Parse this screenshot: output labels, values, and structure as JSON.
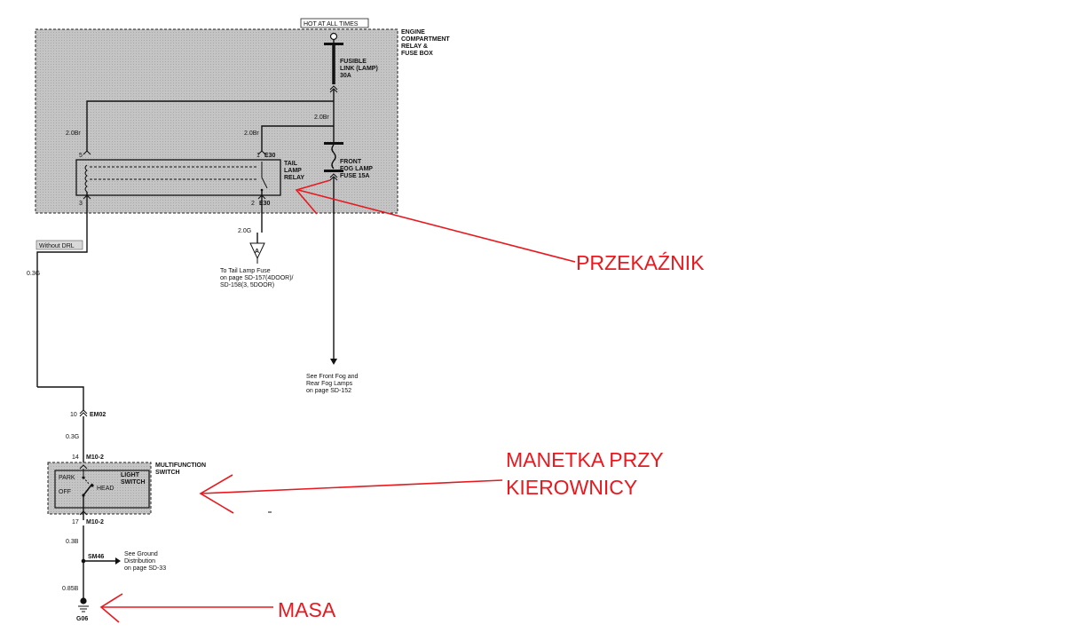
{
  "diagram": {
    "hot_label": "HOT AT ALL TIMES",
    "box_label": [
      "ENGINE",
      "COMPARTMENT",
      "RELAY &",
      "FUSE BOX"
    ],
    "fusible_link": [
      "FUSIBLE",
      "LINK (LAMP)",
      "30A"
    ],
    "fog_fuse": [
      "FRONT",
      "FOG LAMP",
      "FUSE 15A"
    ],
    "relay_label": [
      "TAIL",
      "LAMP",
      "RELAY"
    ],
    "wires": {
      "br_left": "2.0Br",
      "br_mid": "2.0Br",
      "br_right": "2.0Br",
      "g_relay": "2.0G",
      "g_left": "0.3G",
      "g_lower": "0.3G",
      "b_upper": "0.3B",
      "b_lower": "0.85B"
    },
    "pins": {
      "p5": "5",
      "p1": "1",
      "p3": "3",
      "p2": "2",
      "e30_top": "E30",
      "e30_bot": "E30",
      "p10": "10",
      "em02": "EM02",
      "p14": "14",
      "m10_top": "M10-2",
      "p17": "17",
      "m10_bot": "M10-2"
    },
    "without_drl": "Without DRL",
    "connector_a": "A",
    "tail_fuse_ref": [
      "To Tail Lamp Fuse",
      "on page SD-157(4DOOR)/",
      "SD-158(3, 5DOOR)"
    ],
    "fog_ref": [
      "See Front Fog and",
      "Rear Fog Lamps",
      "on page SD-152"
    ],
    "multifunction": [
      "MULTIFUNCTION",
      "SWITCH"
    ],
    "light_switch": [
      "LIGHT",
      "SWITCH"
    ],
    "switch_pos": {
      "park": "PARK",
      "off": "OFF",
      "head": "HEAD"
    },
    "splice": "SM46",
    "ground_ref": [
      "See Ground",
      "Distribution",
      "on page SD-33"
    ],
    "ground": "G06"
  },
  "annotations": {
    "relay": "PRZEKAŹNIK",
    "switch": [
      "MANETKA PRZY",
      "KIEROWNICY"
    ],
    "ground": "MASA"
  },
  "colors": {
    "annotation": "#e8191f",
    "shade": "#bdbdbd"
  }
}
